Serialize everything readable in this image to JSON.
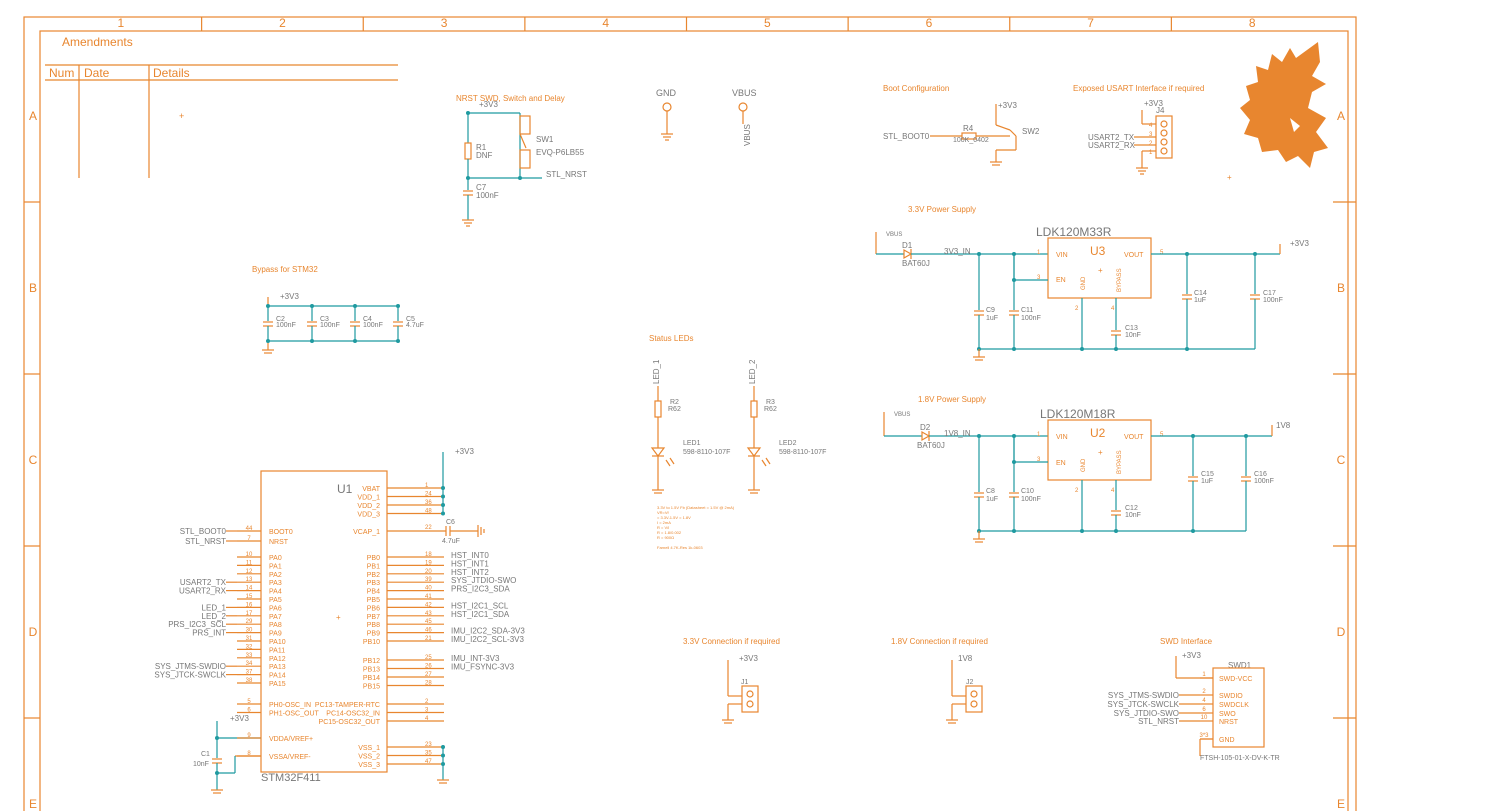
{
  "colors": {
    "symbol": "#e8862f",
    "wire": "#1f9aa0",
    "net_label": "#777777",
    "background": "#ffffff"
  },
  "frame": {
    "columns": [
      "1",
      "2",
      "3",
      "4",
      "5",
      "6",
      "7",
      "8"
    ],
    "rows": [
      "A",
      "B",
      "C",
      "D",
      "E"
    ]
  },
  "amendments": {
    "title": "Amendments",
    "col_num": "Num",
    "col_date": "Date",
    "col_details": "Details"
  },
  "logo": {
    "icon": "eagle-icon"
  },
  "power_symbols": {
    "gnd": "GND",
    "vbus": "VBUS",
    "vbus_rot": "VBUS"
  },
  "nrst": {
    "title": "NRST SWD, Switch and Delay",
    "v": "+3V3",
    "r1": "R1",
    "r1_val": "DNF",
    "sw1": "SW1",
    "sw1_part": "EVQ-P6LB55",
    "c7": "C7",
    "c7_val": "100nF",
    "net": "STL_NRST"
  },
  "boot": {
    "title": "Boot Configuration",
    "v": "+3V3",
    "net": "STL_BOOT0",
    "r4": "R4",
    "r4_val": "100K_0402",
    "sw2": "SW2"
  },
  "usart": {
    "title": "Exposed USART Interface if required",
    "v": "+3V3",
    "j4": "J4",
    "tx": "USART2_TX",
    "rx": "USART2_RX",
    "pins": [
      "4",
      "3",
      "2",
      "1"
    ]
  },
  "bypass": {
    "title": "Bypass for STM32",
    "v": "+3V3",
    "caps": [
      {
        "ref": "C2",
        "val": "100nF"
      },
      {
        "ref": "C3",
        "val": "100nF"
      },
      {
        "ref": "C4",
        "val": "100nF"
      },
      {
        "ref": "C5",
        "val": "4.7uF"
      }
    ]
  },
  "ps33": {
    "title": "3.3V Power Supply",
    "vin": "VBUS",
    "d1": "D1",
    "d1_part": "BAT60J",
    "net_in": "3V3_IN",
    "ic_part": "LDK120M33R",
    "ic_ref": "U3",
    "pin_vin": "VIN",
    "pin_en": "EN",
    "pin_gnd": "GND",
    "pin_bypass": "BYPASS",
    "pin_vout": "VOUT",
    "n1": "1",
    "n3": "3",
    "n2": "2",
    "n4": "4",
    "n5": "5",
    "vout": "+3V3",
    "c9": "C9",
    "c9_val": "1uF",
    "c11": "C11",
    "c11_val": "100nF",
    "c13": "C13",
    "c13_val": "10nF",
    "c14": "C14",
    "c14_val": "1uF",
    "c17": "C17",
    "c17_val": "100nF"
  },
  "ps18": {
    "title": "1.8V Power Supply",
    "vin": "VBUS",
    "d2": "D2",
    "d2_part": "BAT60J",
    "net_in": "1V8_IN",
    "ic_part": "LDK120M18R",
    "ic_ref": "U2",
    "pin_vin": "VIN",
    "pin_en": "EN",
    "pin_gnd": "GND",
    "pin_bypass": "BYPASS",
    "pin_vout": "VOUT",
    "n1": "1",
    "n3": "3",
    "n2": "2",
    "n4": "4",
    "n5": "5",
    "vout": "1V8",
    "c8": "C8",
    "c8_val": "1uF",
    "c10": "C10",
    "c10_val": "100nF",
    "c12": "C12",
    "c12_val": "10nF",
    "c15": "C15",
    "c15_val": "1uF",
    "c16": "C16",
    "c16_val": "100nF"
  },
  "leds": {
    "title": "Status LEDs",
    "net1": "LED_1",
    "net2": "LED_2",
    "r2": "R2",
    "r2_val": "R62",
    "r3": "R3",
    "r3_val": "R62",
    "led1": "LED1",
    "led2": "LED2",
    "part": "598-8110-107F",
    "note_lines": [
      "3.3V to 1.5V Fb (Datasheet = 1.5V @ 2mA)",
      "VR=Vf",
      "= 3.3V-1.5V = 1.8V",
      "I = 2mA",
      "R = V/I",
      "R = 1.8/0.002",
      "R = 900Ω"
    ],
    "note_link": "Farnell 4.7K-Res 1k-0603"
  },
  "j1": {
    "title": "3.3V Connection if required",
    "v": "+3V3",
    "ref": "J1"
  },
  "j2": {
    "title": "1.8V Connection if required",
    "v": "1V8",
    "ref": "J2"
  },
  "swd": {
    "title": "SWD Interface",
    "v": "+3V3",
    "ref": "SWD1",
    "part": "FTSH-105-01-X-DV-K-TR",
    "pins": [
      {
        "n": "1",
        "name": "SWD-VCC"
      },
      {
        "n": "2",
        "name": "SWDIO"
      },
      {
        "n": "4",
        "name": "SWDCLK"
      },
      {
        "n": "6",
        "name": "SWO"
      },
      {
        "n": "10",
        "name": "NRST"
      },
      {
        "n": "3*3",
        "name": "GND"
      }
    ],
    "nets": [
      "SYS_JTMS-SWDIO",
      "SYS_JTCK-SWCLK",
      "SYS_JTDIO-SWO",
      "STL_NRST"
    ]
  },
  "mcu": {
    "ref": "U1",
    "part": "STM32F411",
    "v": "+3V3",
    "right_pwr": [
      {
        "n": "1",
        "name": "VBAT"
      },
      {
        "n": "24",
        "name": "VDD_1"
      },
      {
        "n": "36",
        "name": "VDD_2"
      },
      {
        "n": "48",
        "name": "VDD_3"
      }
    ],
    "vcap": {
      "n": "22",
      "name": "VCAP_1",
      "c": "C6",
      "cv": "4.7uF"
    },
    "left_top": [
      {
        "n": "44",
        "name": "BOOT0",
        "net": "STL_BOOT0"
      },
      {
        "n": "7",
        "name": "NRST",
        "net": "STL_NRST"
      }
    ],
    "left_pa": [
      {
        "n": "10",
        "name": "PA0",
        "net": ""
      },
      {
        "n": "11",
        "name": "PA1",
        "net": ""
      },
      {
        "n": "12",
        "name": "PA2",
        "net": ""
      },
      {
        "n": "13",
        "name": "PA3",
        "net": "USART2_TX"
      },
      {
        "n": "14",
        "name": "PA4",
        "net": "USART2_RX"
      },
      {
        "n": "15",
        "name": "PA5",
        "net": ""
      },
      {
        "n": "16",
        "name": "PA6",
        "net": "LED_1"
      },
      {
        "n": "17",
        "name": "PA7",
        "net": "LED_2"
      },
      {
        "n": "29",
        "name": "PA8",
        "net": "PRS_I2C3_SCL"
      },
      {
        "n": "30",
        "name": "PA9",
        "net": "PRS_INT"
      },
      {
        "n": "31",
        "name": "PA10",
        "net": ""
      },
      {
        "n": "32",
        "name": "PA11",
        "net": ""
      },
      {
        "n": "33",
        "name": "PA12",
        "net": ""
      },
      {
        "n": "34",
        "name": "PA13",
        "net": "SYS_JTMS-SWDIO"
      },
      {
        "n": "37",
        "name": "PA14",
        "net": "SYS_JTCK-SWCLK"
      },
      {
        "n": "38",
        "name": "PA15",
        "net": ""
      }
    ],
    "left_osc": [
      {
        "n": "5",
        "name": "PH0-OSC_IN"
      },
      {
        "n": "6",
        "name": "PH1-OSC_OUT"
      }
    ],
    "left_vdda": [
      {
        "n": "9",
        "name": "VDDA/VREF+"
      },
      {
        "n": "8",
        "name": "VSSA/VREF-"
      }
    ],
    "c1": {
      "ref": "C1",
      "val": "10nF",
      "v": "+3V3"
    },
    "right_pb": [
      {
        "n": "18",
        "name": "PB0",
        "net": "HST_INT0"
      },
      {
        "n": "19",
        "name": "PB1",
        "net": "HST_INT1"
      },
      {
        "n": "20",
        "name": "PB2",
        "net": "HST_INT2"
      },
      {
        "n": "39",
        "name": "PB3",
        "net": "SYS_JTDIO-SWO"
      },
      {
        "n": "40",
        "name": "PB4",
        "net": "PRS_I2C3_SDA"
      },
      {
        "n": "41",
        "name": "PB5",
        "net": ""
      },
      {
        "n": "42",
        "name": "PB6",
        "net": "HST_I2C1_SCL"
      },
      {
        "n": "43",
        "name": "PB7",
        "net": "HST_I2C1_SDA"
      },
      {
        "n": "45",
        "name": "PB8",
        "net": ""
      },
      {
        "n": "46",
        "name": "PB9",
        "net": "IMU_I2C2_SDA-3V3"
      },
      {
        "n": "21",
        "name": "PB10",
        "net": "IMU_I2C2_SCL-3V3"
      },
      {
        "n": "25",
        "name": "PB12",
        "net": "IMU_INT-3V3"
      },
      {
        "n": "26",
        "name": "PB13",
        "net": "IMU_FSYNC-3V3"
      },
      {
        "n": "27",
        "name": "PB14",
        "net": ""
      },
      {
        "n": "28",
        "name": "PB15",
        "net": ""
      }
    ],
    "right_pc": [
      {
        "n": "2",
        "name": "PC13-TAMPER-RTC"
      },
      {
        "n": "3",
        "name": "PC14-OSC32_IN"
      },
      {
        "n": "4",
        "name": "PC15-OSC32_OUT"
      }
    ],
    "right_vss": [
      {
        "n": "23",
        "name": "VSS_1"
      },
      {
        "n": "35",
        "name": "VSS_2"
      },
      {
        "n": "47",
        "name": "VSS_3"
      }
    ]
  }
}
